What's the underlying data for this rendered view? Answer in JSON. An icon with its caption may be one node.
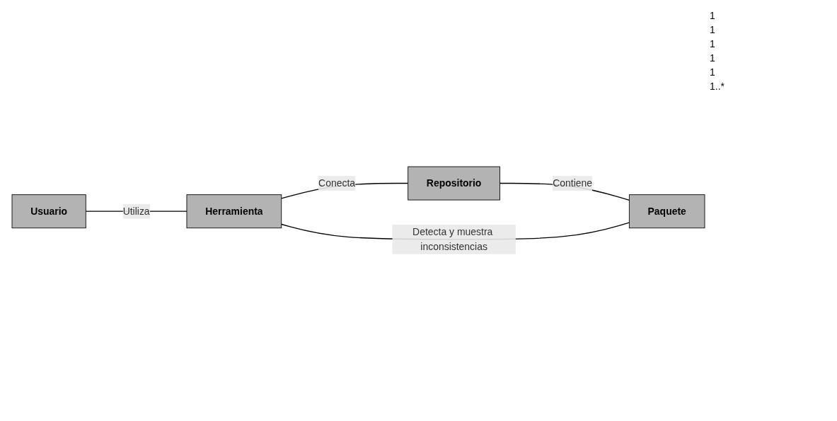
{
  "diagram": {
    "nodes": [
      {
        "text": [
          "Usuario"
        ]
      },
      {
        "text": [
          "Herramienta"
        ]
      },
      {
        "text": [
          "Repositorio"
        ]
      },
      {
        "text": [
          "Paquete"
        ]
      }
    ],
    "edges": [
      {
        "from": 0,
        "to": 1,
        "arrow": "none",
        "label": "Utiliza"
      },
      {
        "from": 1,
        "to": 2,
        "arrow": "none",
        "label": "Conecta"
      },
      {
        "from": 2,
        "to": 3,
        "arrow": "none",
        "label": "Contiene"
      },
      {
        "from": 1,
        "to": 3,
        "arrow": "none",
        "label": "Detecta y muestra inconsistencias"
      }
    ],
    "labels": [
      "1",
      "1",
      "1",
      "1",
      "1",
      "1..*"
    ]
  }
}
